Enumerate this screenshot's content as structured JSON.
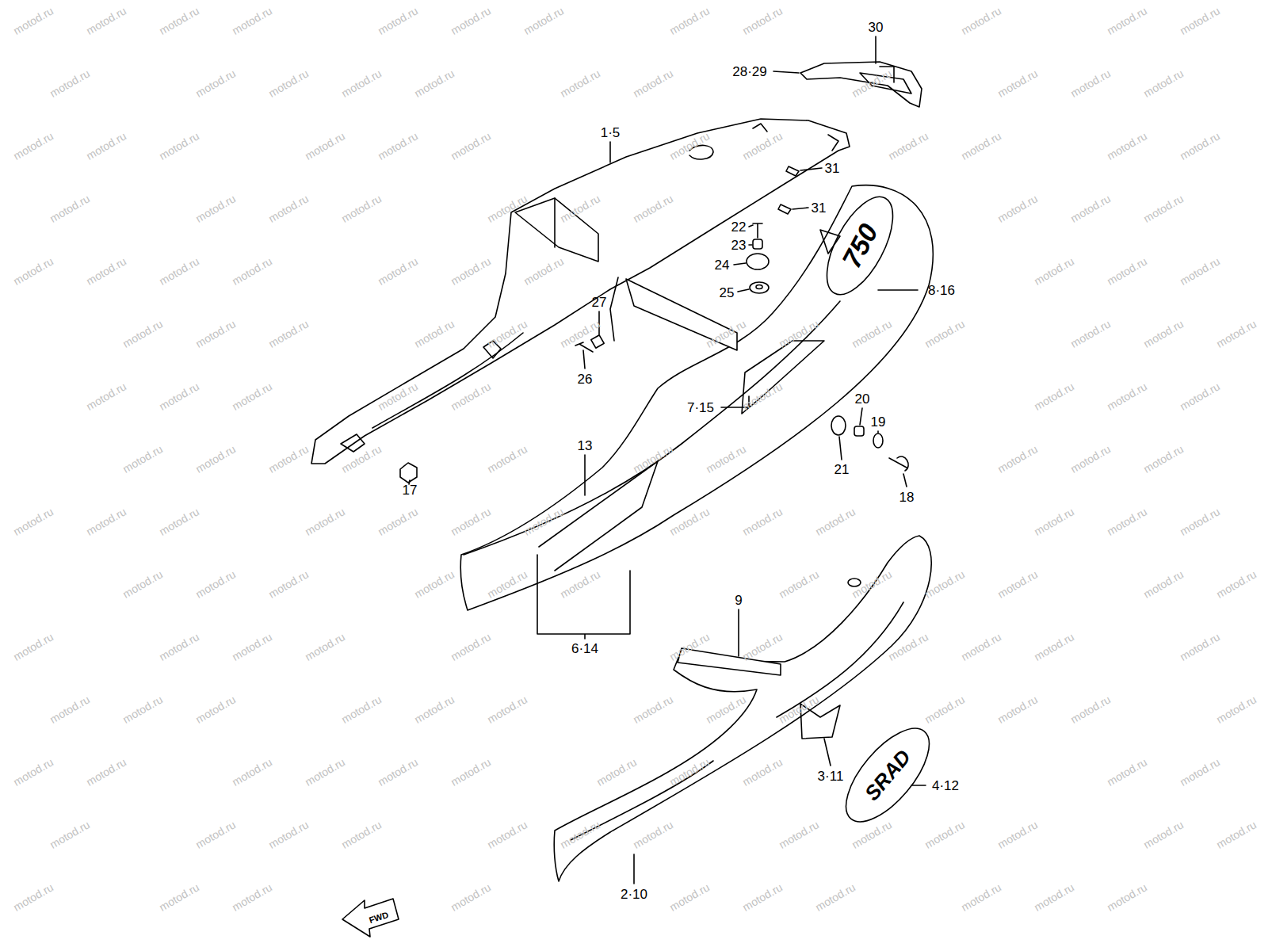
{
  "diagram": {
    "labels": [
      "30",
      "28·29",
      "1·5",
      "31",
      "31",
      "22",
      "23",
      "24",
      "25",
      "27",
      "26",
      "8·16",
      "7·15",
      "20",
      "19",
      "21",
      "18",
      "17",
      "13",
      "6·14",
      "9",
      "3·11",
      "4·12",
      "2·10",
      "FWD",
      "750",
      "SRAD",
      "motod.ru",
      "motod.ru",
      "motod.ru",
      "motod.ru",
      "motod.ru",
      "motod.ru",
      "motod.ru",
      "motod.ru",
      "motod.ru",
      "motod.ru",
      "motod.ru",
      "motod.ru",
      "motod.ru",
      "motod.ru",
      "motod.ru",
      "motod.ru",
      "motod.ru",
      "motod.ru",
      "motod.ru",
      "motod.ru",
      "motod.ru",
      "motod.ru",
      "motod.ru",
      "motod.ru",
      "motod.ru",
      "motod.ru",
      "motod.ru",
      "motod.ru",
      "motod.ru",
      "motod.ru",
      "motod.ru",
      "motod.ru",
      "motod.ru",
      "motod.ru",
      "motod.ru",
      "motod.ru",
      "motod.ru",
      "motod.ru",
      "motod.ru",
      "motod.ru",
      "motod.ru",
      "motod.ru",
      "motod.ru",
      "motod.ru",
      "motod.ru",
      "motod.ru",
      "motod.ru",
      "motod.ru",
      "motod.ru",
      "motod.ru",
      "motod.ru",
      "motod.ru",
      "motod.ru",
      "motod.ru",
      "motod.ru",
      "motod.ru",
      "motod.ru",
      "motod.ru",
      "motod.ru",
      "motod.ru",
      "motod.ru",
      "motod.ru",
      "motod.ru",
      "motod.ru",
      "motod.ru",
      "motod.ru",
      "motod.ru",
      "motod.ru",
      "motod.ru",
      "motod.ru",
      "motod.ru",
      "motod.ru",
      "motod.ru",
      "motod.ru",
      "motod.ru",
      "motod.ru",
      "motod.ru",
      "motod.ru",
      "motod.ru",
      "motod.ru",
      "motod.ru",
      "motod.ru",
      "motod.ru",
      "motod.ru",
      "motod.ru",
      "motod.ru",
      "motod.ru",
      "motod.ru",
      "motod.ru",
      "motod.ru",
      "motod.ru",
      "motod.ru",
      "motod.ru",
      "motod.ru",
      "motod.ru",
      "motod.ru",
      "motod.ru",
      "motod.ru",
      "motod.ru",
      "motod.ru",
      "motod.ru",
      "motod.ru",
      "motod.ru",
      "motod.ru",
      "motod.ru",
      "motod.ru",
      "motod.ru",
      "motod.ru",
      "motod.ru",
      "motod.ru",
      "motod.ru",
      "motod.ru",
      "motod.ru",
      "motod.ru",
      "motod.ru",
      "motod.ru",
      "motod.ru",
      "motod.ru",
      "motod.ru",
      "motod.ru",
      "motod.ru",
      "motod.ru",
      "motod.ru",
      "motod.ru",
      "motod.ru",
      "motod.ru",
      "motod.ru",
      "motod.ru",
      "motod.ru",
      "motod.ru",
      "motod.ru",
      "motod.ru",
      "motod.ru",
      "motod.ru",
      "motod.ru",
      "motod.ru",
      "motod.ru",
      "motod.ru",
      "motod.ru",
      "motod.ru",
      "motod.ru",
      "motod.ru",
      "motod.ru",
      "motod.ru",
      "motod.ru",
      "motod.ru",
      "motod.ru",
      "motod.ru",
      "motod.ru",
      "motod.ru",
      "motod.ru",
      "motod.ru",
      "motod.ru",
      "motod.ru",
      "motod.ru",
      "motod.ru",
      "motod.ru",
      "motod.ru",
      "motod.ru",
      "motod.ru",
      "motod.ru",
      "motod.ru",
      "motod.ru",
      "motod.ru",
      "motod.ru",
      "motod.ru",
      "motod.ru",
      "motod.ru",
      "motod.ru",
      "motod.ru"
    ]
  }
}
